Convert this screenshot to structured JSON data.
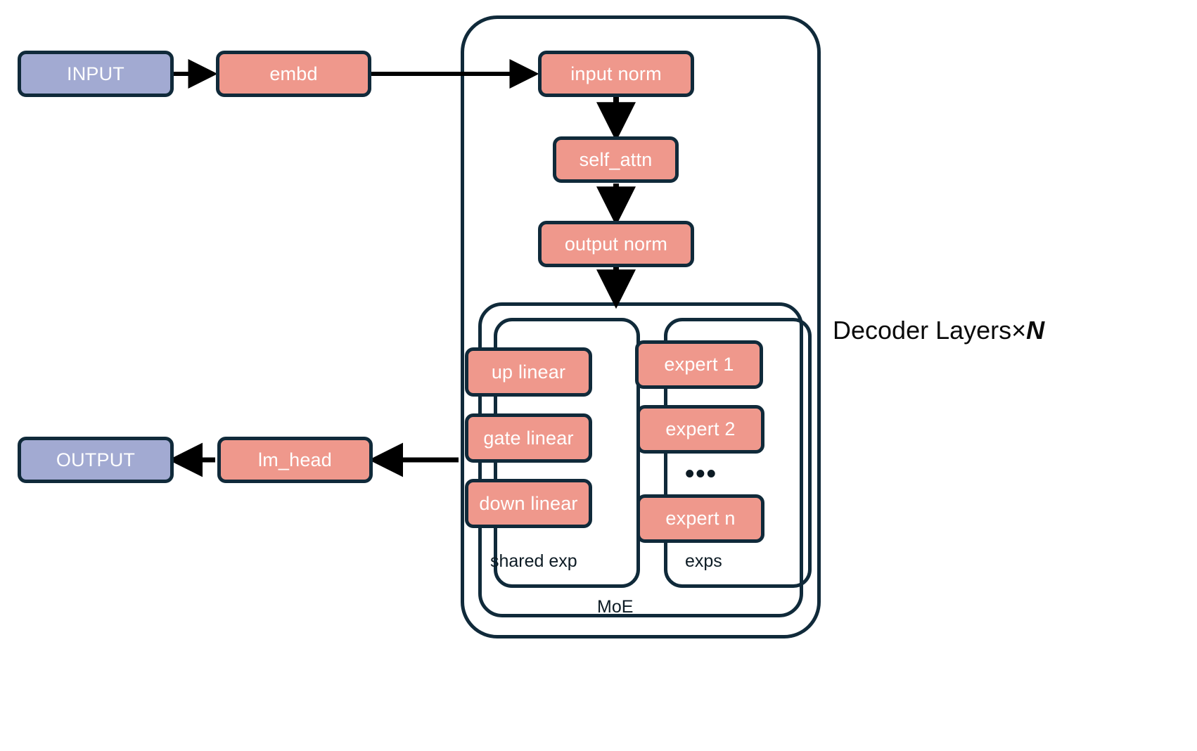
{
  "diagram": {
    "title": "LLM MoE decoder architecture flowchart",
    "colors": {
      "box_blue": "#a2aad2",
      "box_salmon": "#ef988c",
      "stroke_navy": "#102a3a",
      "text_on_box": "#ffffff",
      "background": "#ffffff",
      "arrow": "#000000"
    }
  },
  "nodes": {
    "input": "INPUT",
    "embd": "embd",
    "input_norm": "input norm",
    "self_attn": "self_attn",
    "output_norm": "output norm",
    "up_linear": "up linear",
    "gate_linear": "gate linear",
    "down_linear": "down linear",
    "expert_1": "expert 1",
    "expert_2": "expert 2",
    "expert_n": "expert n",
    "lm_head": "lm_head",
    "output": "OUTPUT"
  },
  "labels": {
    "decoder_layers_prefix": "Decoder Layers×",
    "decoder_layers_n": "N",
    "shared_exp": "shared exp",
    "exps": "exps",
    "moe": "MoE",
    "ellipsis": "•••"
  },
  "flow": {
    "edges": [
      {
        "from": "INPUT",
        "to": "embd"
      },
      {
        "from": "embd",
        "to": "input norm"
      },
      {
        "from": "input norm",
        "to": "self_attn"
      },
      {
        "from": "self_attn",
        "to": "output norm"
      },
      {
        "from": "output norm",
        "to": "MoE"
      },
      {
        "from": "Decoder Layers",
        "to": "lm_head"
      },
      {
        "from": "lm_head",
        "to": "OUTPUT"
      }
    ]
  }
}
